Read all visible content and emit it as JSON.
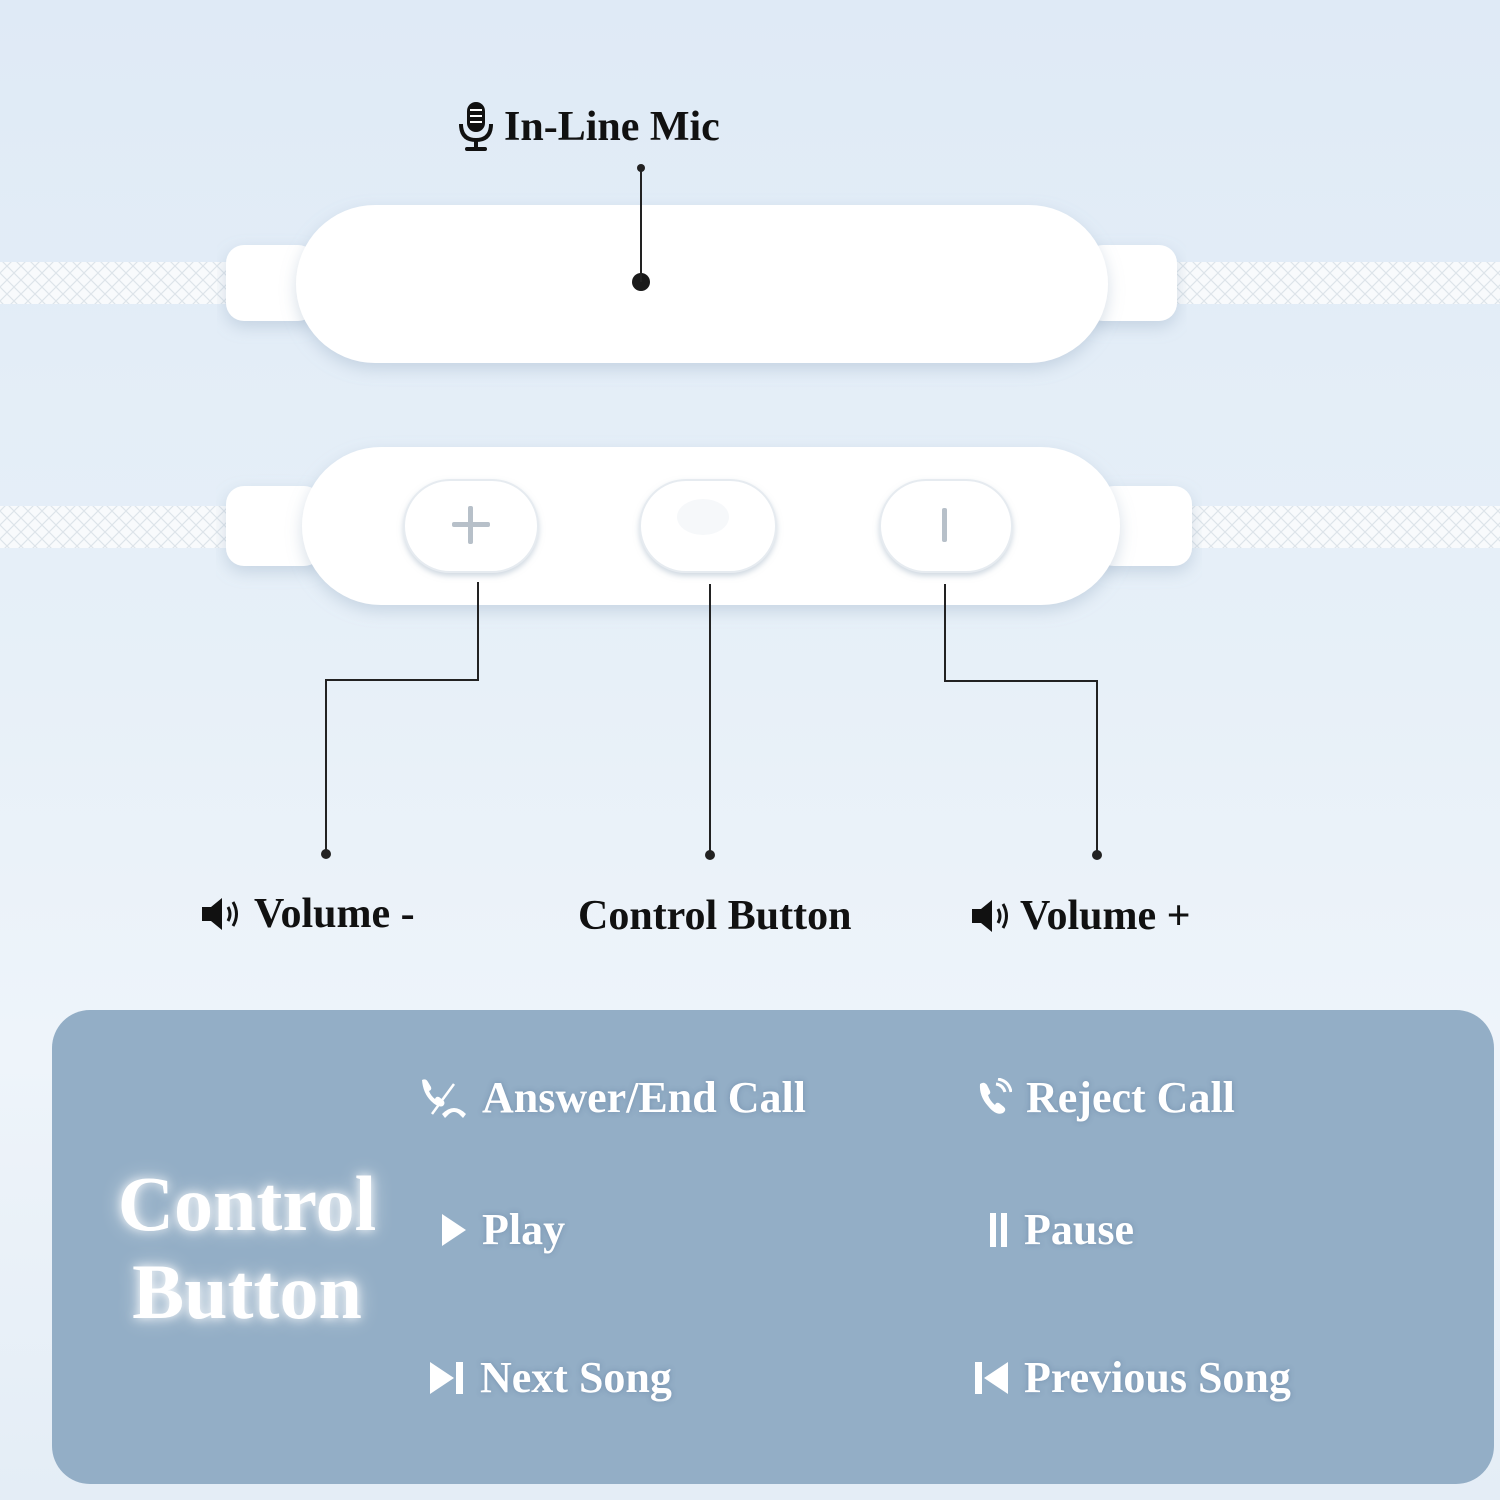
{
  "callouts": {
    "mic_label": "In-Line Mic",
    "volume_down_label": "Volume -",
    "control_label": "Control Button",
    "volume_up_label": "Volume +"
  },
  "panel": {
    "title_line1": "Control",
    "title_line2": "Button",
    "functions": [
      {
        "label": "Answer/End Call",
        "icon": "call-answer-end-icon"
      },
      {
        "label": "Reject Call",
        "icon": "phone-reject-icon"
      },
      {
        "label": "Play",
        "icon": "play-icon"
      },
      {
        "label": "Pause",
        "icon": "pause-icon"
      },
      {
        "label": "Next Song",
        "icon": "next-track-icon"
      },
      {
        "label": "Previous Song",
        "icon": "previous-track-icon"
      }
    ]
  },
  "colors": {
    "background": "#e4edf6",
    "panel": "#93aec6",
    "remote": "#ffffff",
    "cable": "#f7f9fb",
    "text_dark": "#111111",
    "text_light": "#ffffff"
  }
}
